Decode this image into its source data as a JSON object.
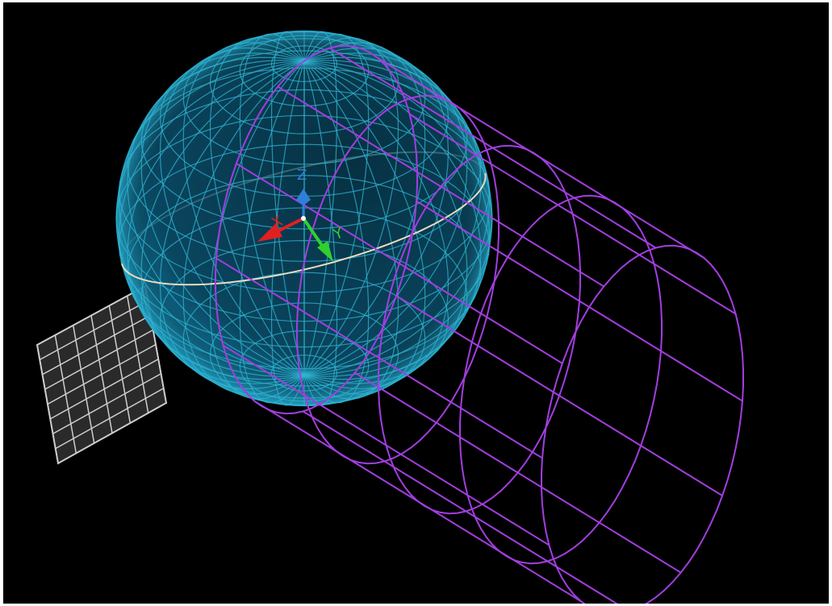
{
  "axes": {
    "x_label": "X",
    "y_label": "Y",
    "z_label": "Z"
  },
  "colors": {
    "background": "#000000",
    "frame": "#ffffff",
    "sphere_fill": "#0f5f80",
    "sphere_wire": "#2fb4d2",
    "cylinder_wire": "#a23ee0",
    "orbit_ring": "#e8dcc0",
    "panel_grid": "#cfcfcf",
    "axis_x": "#e02020",
    "axis_y": "#30d030",
    "axis_z": "#2f7fd8"
  }
}
